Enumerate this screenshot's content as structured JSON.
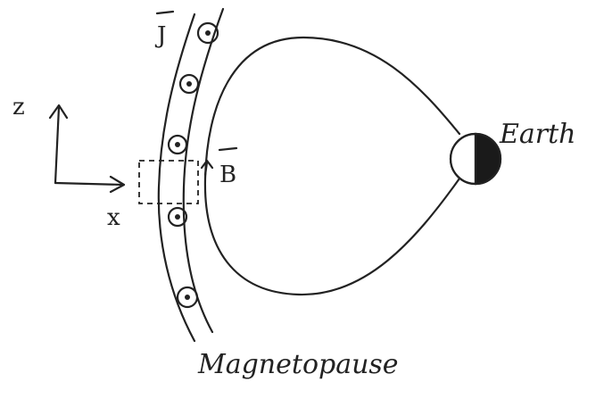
{
  "labels": {
    "earth": "Earth",
    "magnetopause": "Magnetopause",
    "axis_z": "z",
    "axis_x": "x",
    "current_density": "J",
    "magnetic_field": "B"
  },
  "colors": {
    "ink": "#222222",
    "earth_night_side": "#1a1a1a",
    "background": "#ffffff"
  },
  "icons": {
    "current_marker": "circle-dot-out-of-page",
    "field_marker": "vector-overbar"
  }
}
